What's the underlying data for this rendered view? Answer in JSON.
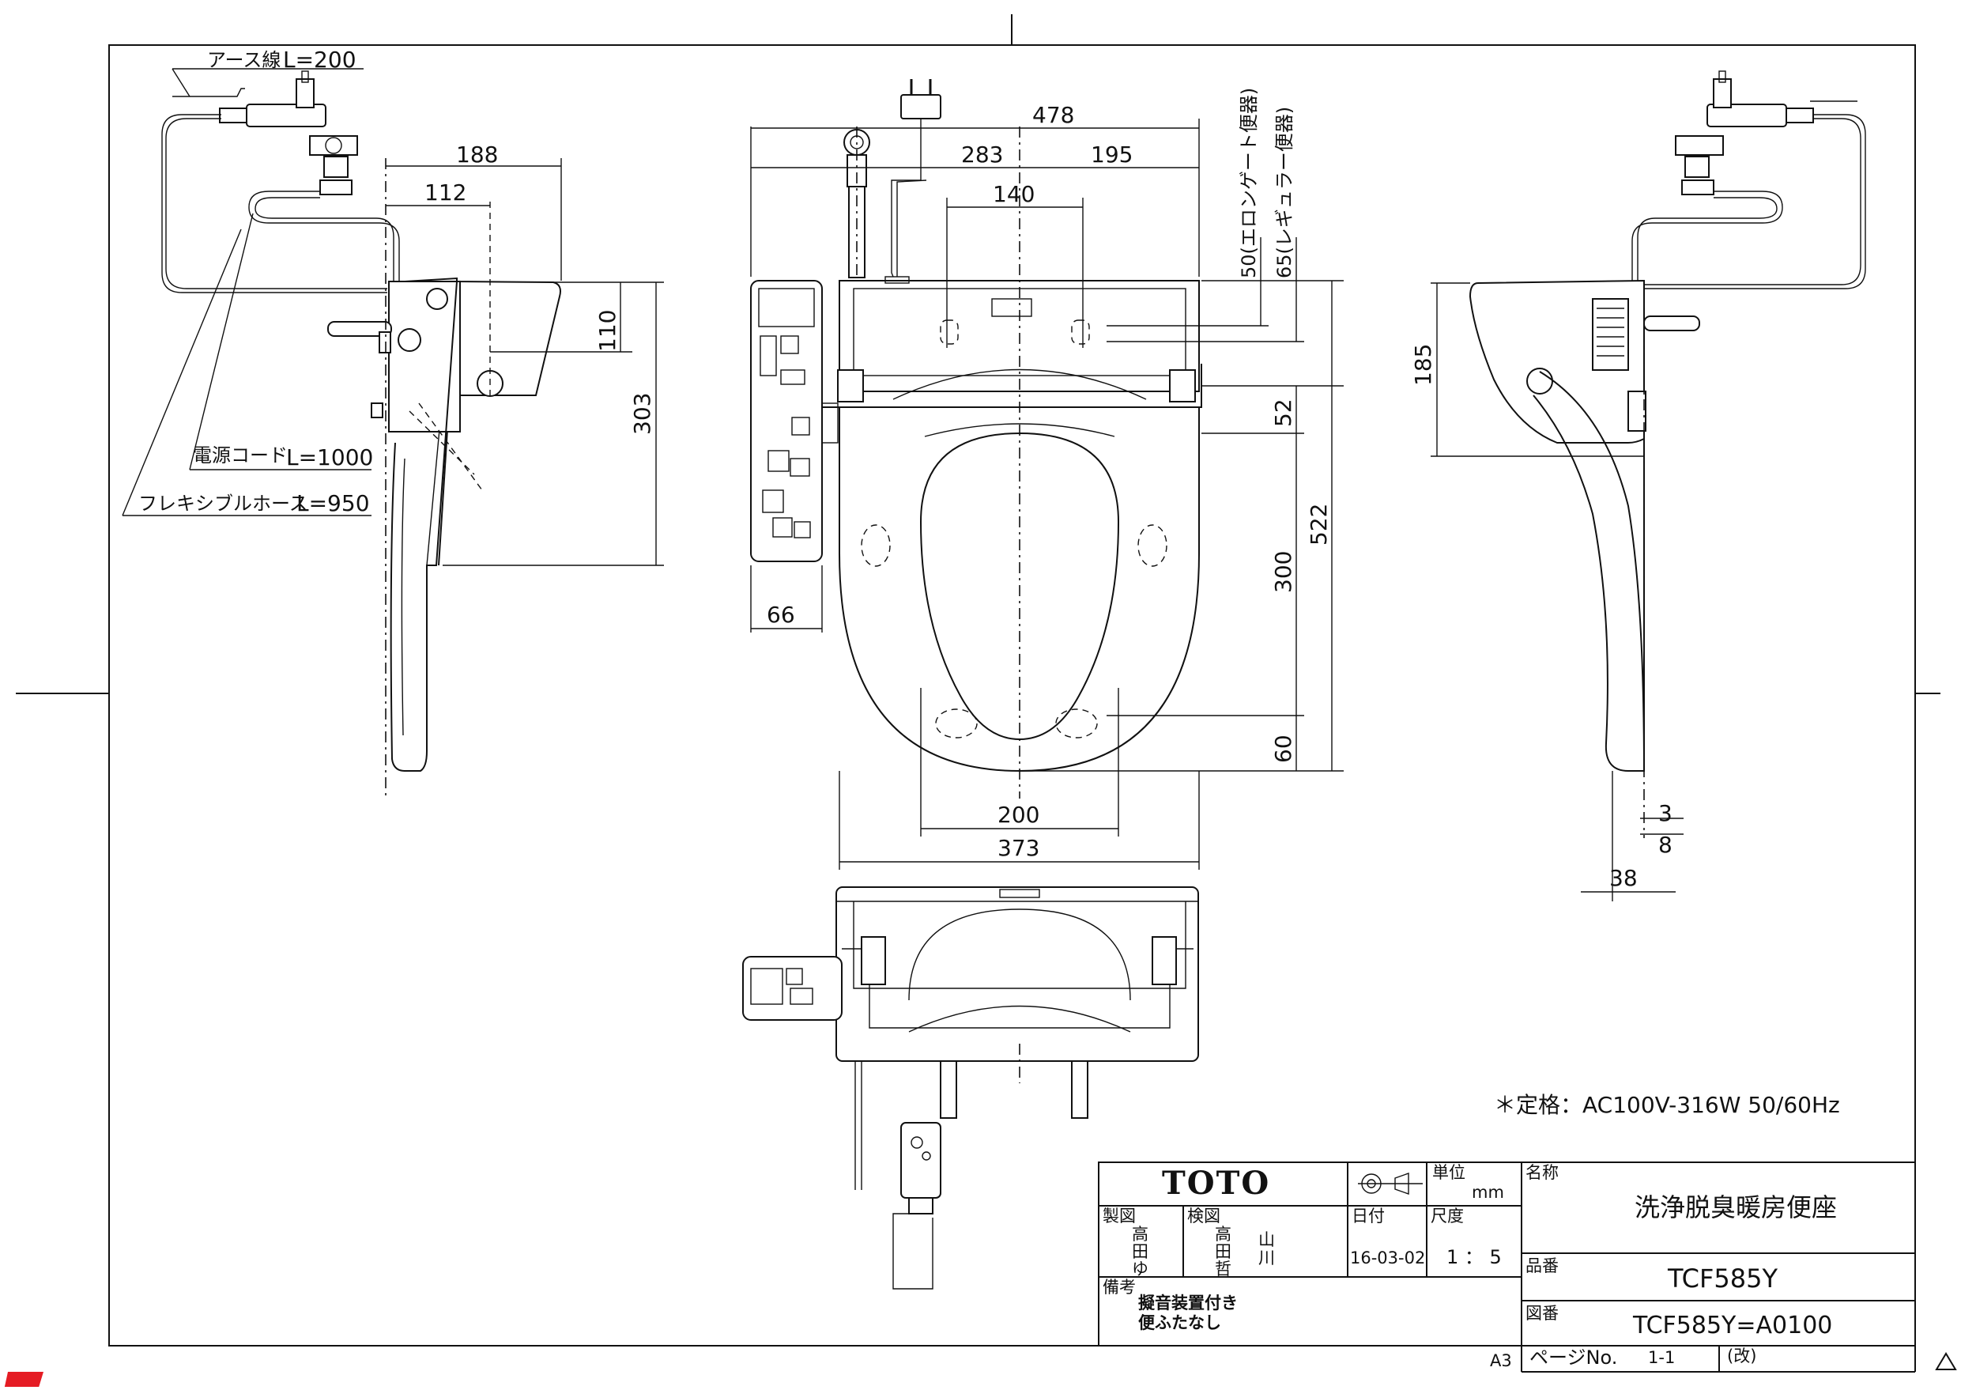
{
  "drawing": {
    "labels": {
      "earth_wire": "アース線",
      "earth_wire_len": "L=200",
      "power_cord": "電源コード",
      "power_cord_len": "L=1000",
      "flex_hose": "フレキシブルホース",
      "flex_hose_len": "L=950",
      "elongate": "50(エロンゲート便器)",
      "regular": "65(レギュラー便器)",
      "rating": "＊定格：AC100V-316W 50/60Hz",
      "paper_size": "A3"
    },
    "dimensions": {
      "d478": "478",
      "d283": "283",
      "d195": "195",
      "d140": "140",
      "d188": "188",
      "d112": "112",
      "d110": "110",
      "d303": "303",
      "d66": "66",
      "d52": "52",
      "d300": "300",
      "d522": "522",
      "d60": "60",
      "d200": "200",
      "d373": "373",
      "d185": "185",
      "d3": "3",
      "d8": "8",
      "d38": "38"
    }
  },
  "title_block": {
    "logo": "TOTO",
    "unit_label": "単位",
    "unit": "mm",
    "made_label": "製図",
    "made_by": [
      "高",
      "田",
      "ゆ"
    ],
    "checked_label": "検図",
    "checked_by": [
      "高",
      "田",
      "哲",
      "山",
      "川"
    ],
    "date_label": "日付",
    "date": "16-03-02",
    "scale_label": "尺度",
    "scale": "1 ： 5",
    "name_label": "名称",
    "name": "洗浄脱臭暖房便座",
    "part_label": "品番",
    "part_no": "TCF585Y",
    "drawing_label": "図番",
    "drawing_no": "TCF585Y=A0100",
    "notes_label": "備考",
    "notes": [
      "擬音装置付き",
      "便ふたなし"
    ],
    "page_label": "ページNo.",
    "page": "1-1",
    "revision": "(改)"
  }
}
